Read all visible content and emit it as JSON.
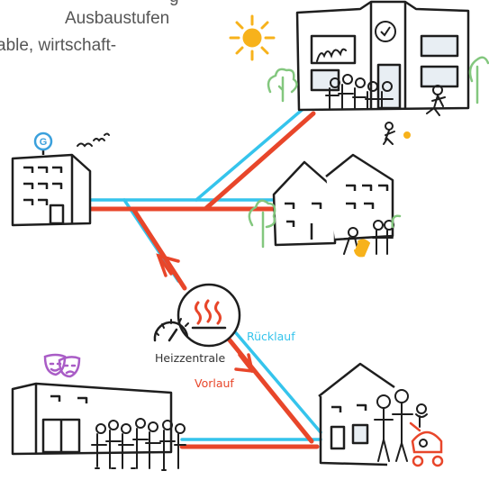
{
  "intro": {
    "line1": "g",
    "line2": "Ausbaustufen",
    "line3": "able, wirtschaft-"
  },
  "labels": {
    "heating_center": "Heizzentrale",
    "supply": "Vorlauf",
    "return": "Rücklauf"
  },
  "logo_letter": "G",
  "colors": {
    "supply_pipe": "#e8462a",
    "return_pipe": "#35c4ec",
    "sun": "#f7b21b",
    "tree": "#83c77e",
    "mask_icon": "#a95cc6",
    "logo_ring": "#3aa0dc",
    "ink": "#1e1e1e"
  },
  "icons": [
    "sun-icon",
    "clock-icon",
    "heat-waves-icon",
    "pressure-gauge-icon",
    "theatre-masks-icon",
    "tree-icon",
    "birds-icon",
    "stroller-icon",
    "arrow-up-left-icon",
    "arrow-down-right-icon"
  ]
}
